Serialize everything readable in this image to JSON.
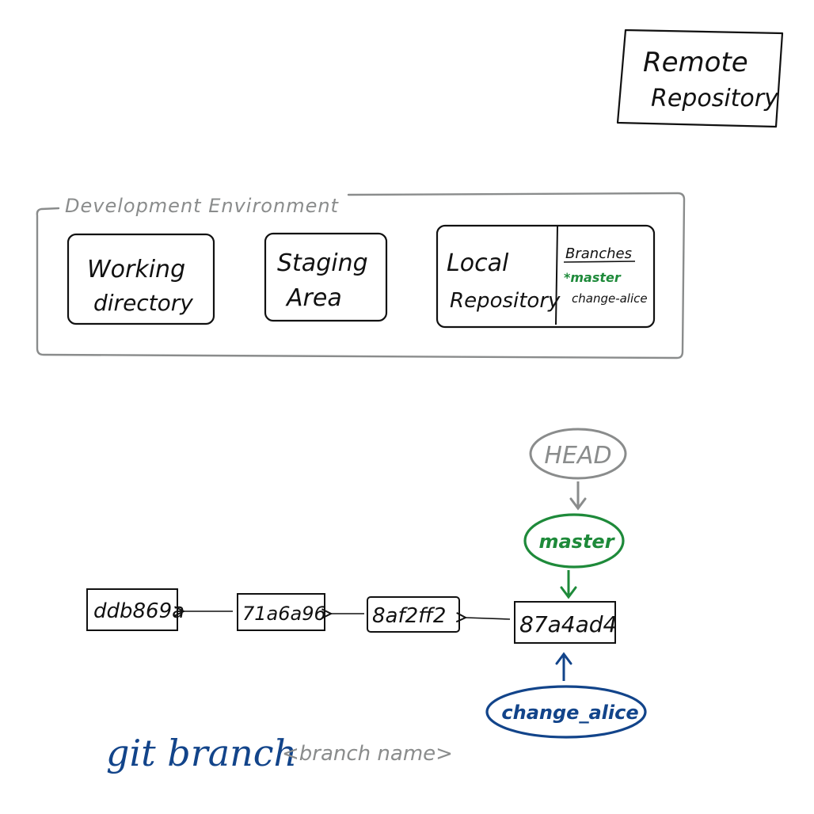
{
  "remote_repository": {
    "line1": "Remote",
    "line2": "Repository"
  },
  "dev_environment": {
    "label": "Development Environment",
    "working_directory": {
      "line1": "Working",
      "line2": "directory"
    },
    "staging_area": {
      "line1": "Staging",
      "line2": "Area"
    },
    "local_repository": {
      "line1": "Local",
      "line2": "Repository",
      "branches_header": "Branches",
      "branches": [
        "*master",
        "change-alice"
      ]
    }
  },
  "commits": [
    "ddb869a",
    "71a6a96",
    "8af2ff2",
    "87a4ad4"
  ],
  "refs": {
    "head": "HEAD",
    "master": "master",
    "change_alice": "change_alice"
  },
  "command": {
    "cmd": "git branch",
    "arg": "<branch name>"
  },
  "colors": {
    "ink": "#111111",
    "gray": "#8a8c8c",
    "green": "#1e8a3a",
    "blue": "#12448a"
  }
}
